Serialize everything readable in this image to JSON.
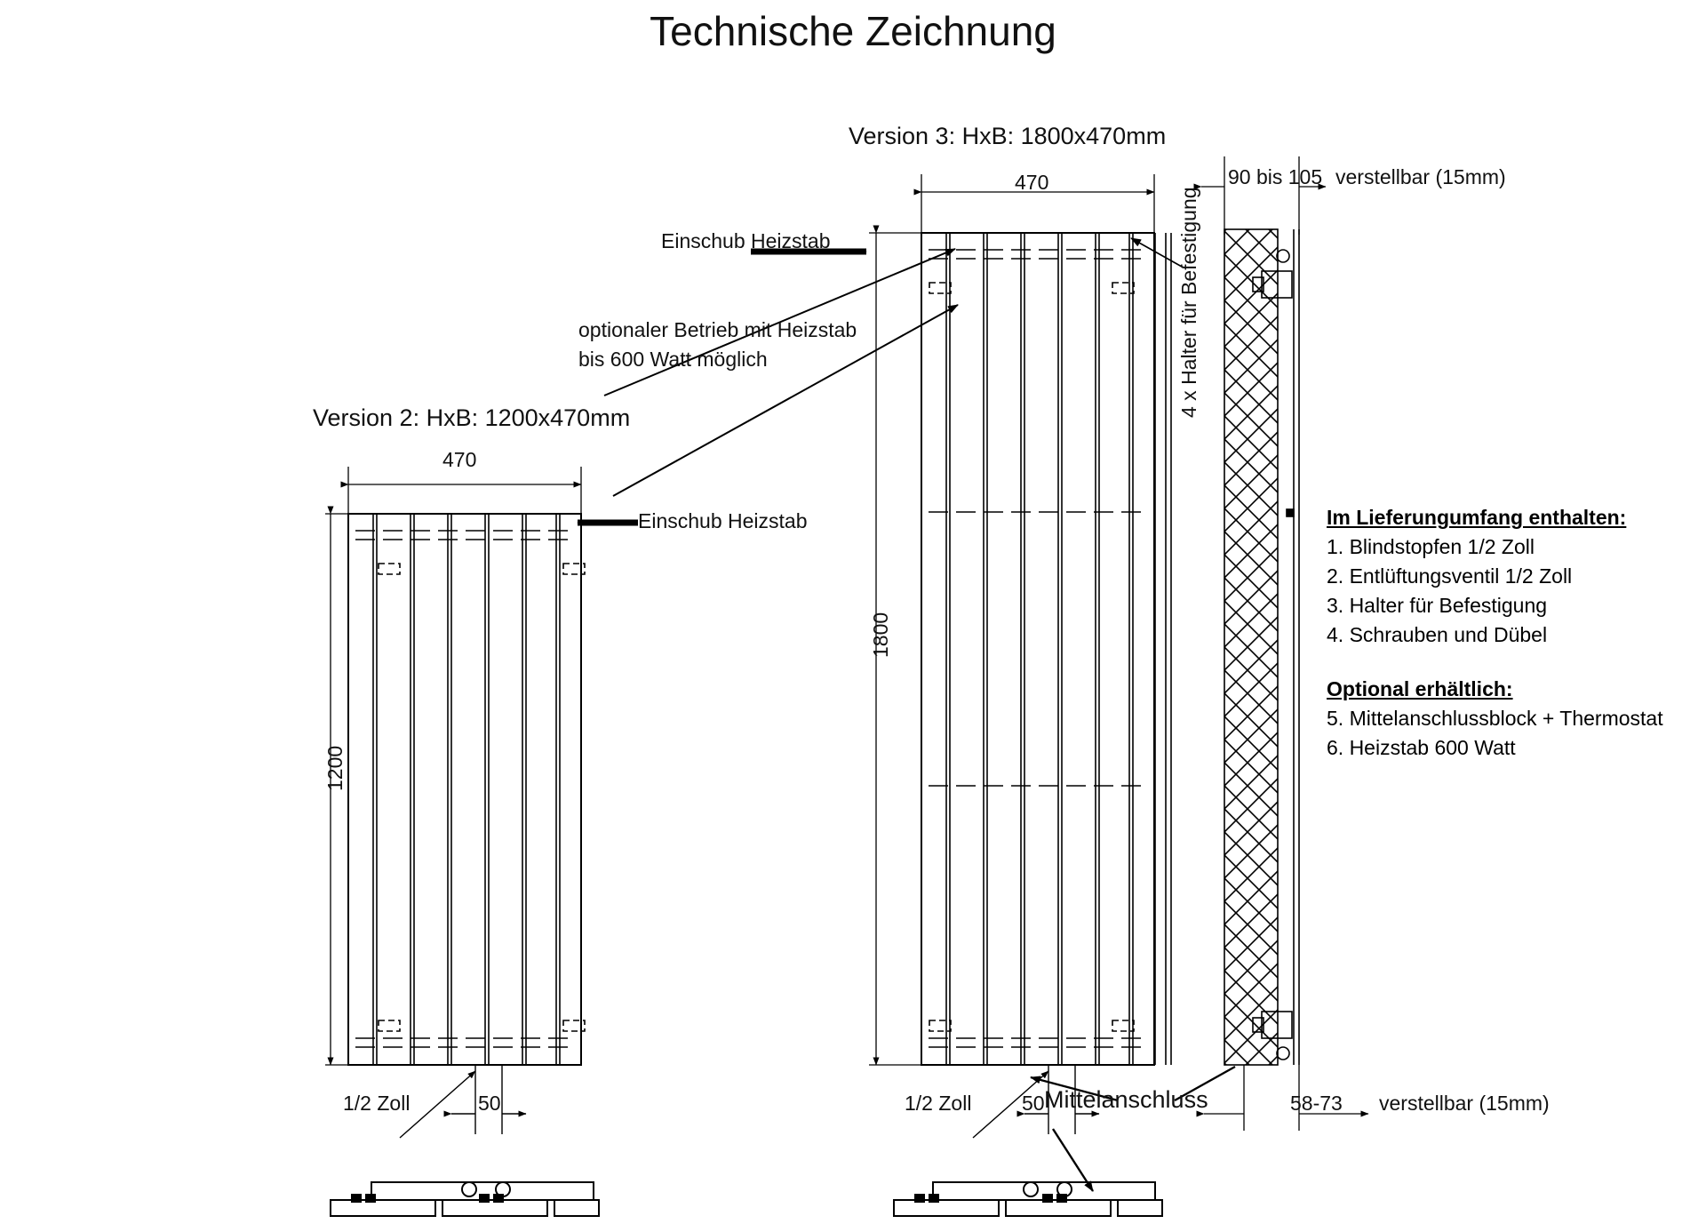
{
  "page": {
    "title": "Technische Zeichnung",
    "background": "#ffffff",
    "ink": "#000000"
  },
  "versions": {
    "v2_label": "Version 2: HxB: 1200x470mm",
    "v3_label": "Version 3: HxB: 1800x470mm"
  },
  "dimensions": {
    "v2_width": "470",
    "v2_height": "1200",
    "v3_width": "470",
    "v3_height": "1800",
    "v2_bottom_left": "1/2 Zoll",
    "v2_bottom_spacing": "50",
    "v3_bottom_left": "1/2 Zoll",
    "v3_bottom_spacing": "50",
    "depth_top": "90 bis 105",
    "depth_bottom": "58-73"
  },
  "annotations": {
    "einschub_top": "Einschub Heizstab",
    "einschub_left": "Einschub Heizstab",
    "optional_line1": "optionaler Betrieb mit Heizstab",
    "optional_line2": "bis 600 Watt möglich",
    "halter": "4 x Halter für Befestigung",
    "mittelanschluss": "Mittelanschluss",
    "verstellbar_top": "verstellbar (15mm)",
    "verstellbar_bottom": "verstellbar (15mm)"
  },
  "scope": {
    "included_heading": "Im Lieferungumfang enthalten:",
    "included_items": [
      "1. Blindstopfen 1/2 Zoll",
      "2. Entlüftungsventil 1/2 Zoll",
      "3. Halter für Befestigung",
      "4. Schrauben und Dübel"
    ],
    "optional_heading": "Optional erhältlich:",
    "optional_items": [
      "5. Mittelanschlussblock + Thermostat",
      "6. Heizstab 600 Watt"
    ]
  },
  "icons": {
    "arrow_right": "arrow-right-icon",
    "arrow_left": "arrow-left-icon",
    "leader": "leader-line-icon",
    "hatch": "wall-hatch-icon",
    "dim_arrow": "dimension-arrow-icon"
  }
}
